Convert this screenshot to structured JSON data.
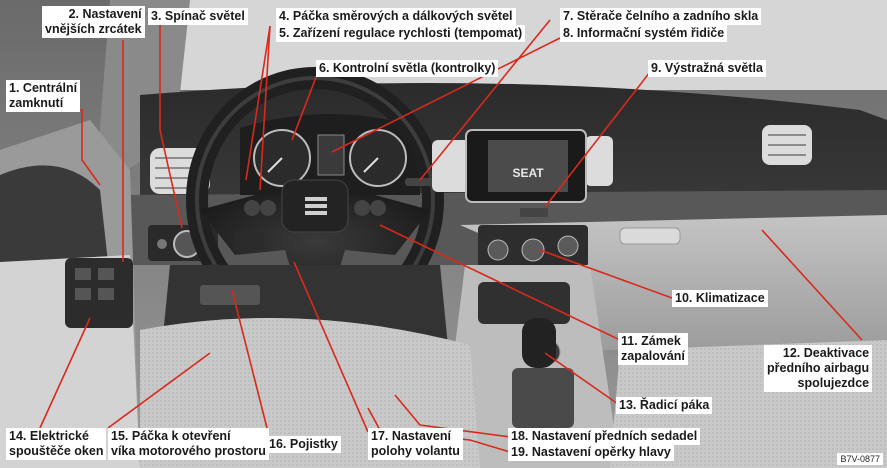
{
  "image_code": "B7V-0877",
  "brand_on_screen": "SEAT",
  "callouts": [
    {
      "num": "1.",
      "text": "Centrální\nzamknutí"
    },
    {
      "num": "2.",
      "text": "Nastavení\nvnějších zrcátek"
    },
    {
      "num": "3.",
      "text": "Spínač světel"
    },
    {
      "num": "4.",
      "text": "Páčka směrových a dálkových světel"
    },
    {
      "num": "5.",
      "text": "Zařízení regulace rychlosti (tempomat)"
    },
    {
      "num": "6.",
      "text": "Kontrolní světla (kontrolky)"
    },
    {
      "num": "7.",
      "text": "Stěrače čelního a zadního skla"
    },
    {
      "num": "8.",
      "text": "Informační systém řidiče"
    },
    {
      "num": "9.",
      "text": "Výstražná světla"
    },
    {
      "num": "10.",
      "text": "Klimatizace"
    },
    {
      "num": "11.",
      "text": "Zámek\nzapalování"
    },
    {
      "num": "12.",
      "text": "Deaktivace\npředního airbagu\nspolujezdce"
    },
    {
      "num": "13.",
      "text": "Řadicí páka"
    },
    {
      "num": "14.",
      "text": "Elektrické\nspouštěče oken"
    },
    {
      "num": "15.",
      "text": "Páčka k otevření\nvíka motorového prostoru"
    },
    {
      "num": "16.",
      "text": "Pojistky"
    },
    {
      "num": "17.",
      "text": "Nastavení\npolohy volantu"
    },
    {
      "num": "18.",
      "text": "Nastavení předních sedadel"
    },
    {
      "num": "19.",
      "text": "Nastavení opěrky hlavy"
    }
  ],
  "colors": {
    "leader_line": "#d9291c",
    "label_text": "#1a1a1a",
    "label_bg": "#ffffff"
  }
}
